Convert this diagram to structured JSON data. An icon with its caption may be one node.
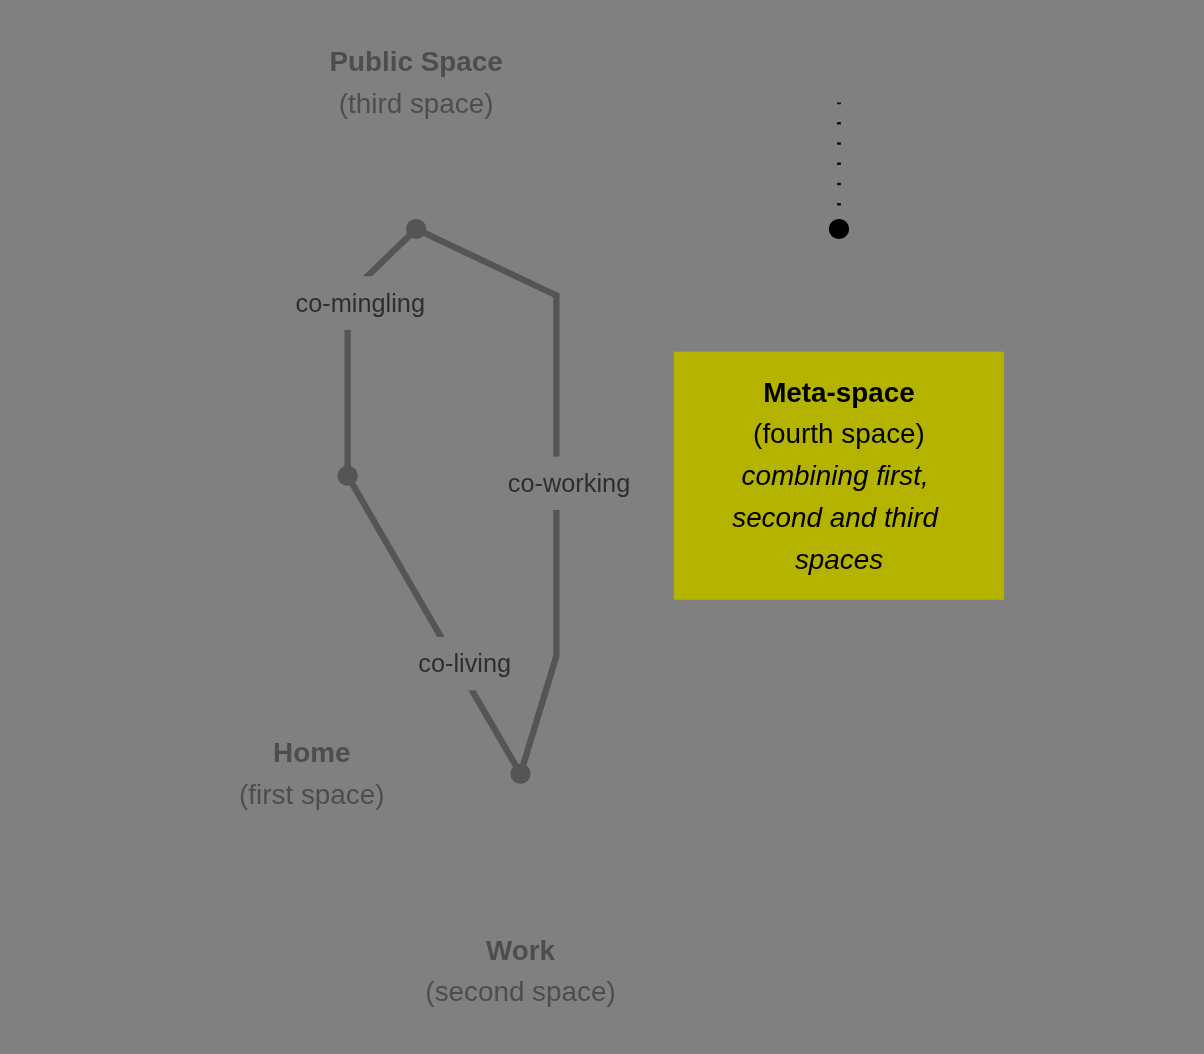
{
  "diagram": {
    "nodes": [
      {
        "text": [],
        "shape": "circle",
        "beside": [
          "Public Space",
          "(third space)"
        ]
      },
      {
        "text": [],
        "shape": "circle",
        "beside": [
          "Home",
          "(first space)"
        ]
      },
      {
        "text": [],
        "shape": "circle",
        "beside": [
          "Work",
          "(second space)"
        ]
      },
      {
        "text": [],
        "shape": "circle",
        "beside": [
          "Meta-space",
          "(fourth space)",
          "combining first, second and third spaces"
        ]
      }
    ],
    "edges": [
      {
        "from": 0,
        "to": 1,
        "arrow": "none",
        "label": "co-mingling"
      },
      {
        "from": 0,
        "to": 2,
        "arrow": "none",
        "label": "co-working"
      },
      {
        "from": 1,
        "to": 2,
        "arrow": "none",
        "label": "co-living"
      },
      {
        "from": null,
        "to": 3,
        "arrow": "none",
        "style": "dashed",
        "color": "#111111"
      }
    ]
  }
}
